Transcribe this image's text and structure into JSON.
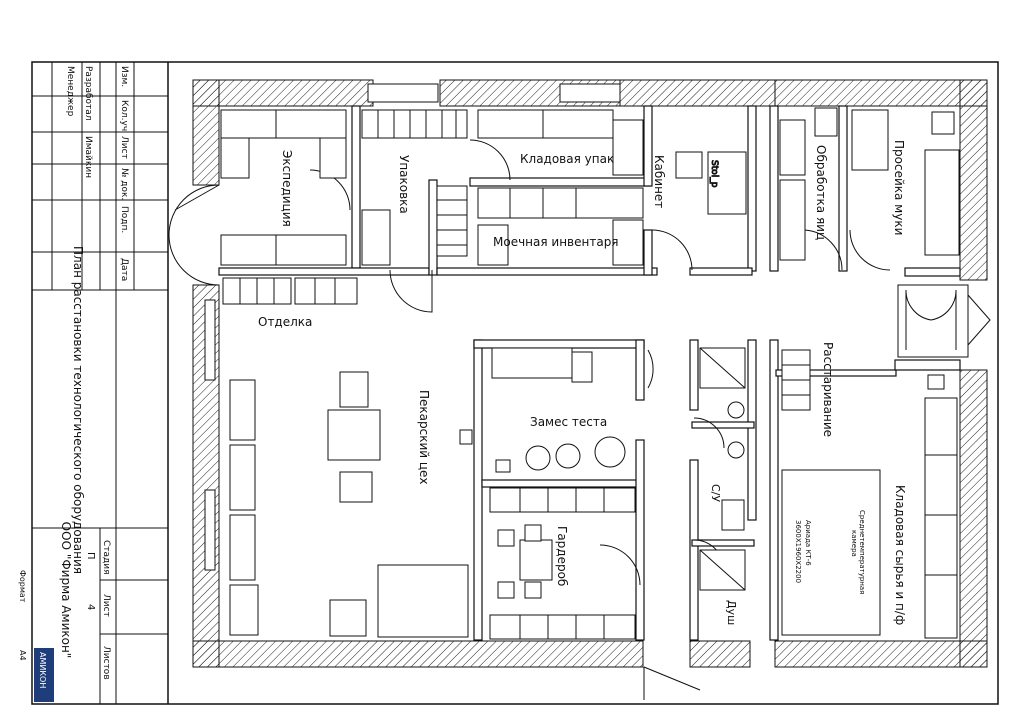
{
  "stamp": {
    "row_headers": [
      "Изм.",
      "Кол.уч",
      "Лист",
      "№ док.",
      "Подп.",
      "Дата"
    ],
    "role_developed": "Разработал",
    "role_developed_name": "Имайкин",
    "role_manager": "Менеджер",
    "title": "План расстановки технологического оборудования",
    "col_stage": "Стадия",
    "col_sheet": "Лист",
    "col_sheets": "Листов",
    "stage_value": "П",
    "sheet_value": "4",
    "company": "ООО \"Фирма Амикон\"",
    "logo_text": "АМИКОН",
    "format_label": "Формат",
    "format_value": "А4"
  },
  "rooms": {
    "expedition": "Экспедиция",
    "packing": "Упаковка",
    "pack_store": "Кладовая упак",
    "office": "Кабинет",
    "egg_processing": "Обработка яиц",
    "flour_sifting": "Просейка муки",
    "washing": "Моечная инвентаря",
    "finishing": "Отделка",
    "bakery": "Пекарский цех",
    "dough_mixing": "Замес теста",
    "proofing": "Расстаривание",
    "wardrobe": "Гардероб",
    "wc": "С/У",
    "shower": "Душ",
    "raw_store": "Кладовая сырья и п/ф"
  },
  "equipment": {
    "office_desk": "Stol_р",
    "chamber_line1": "Среднетемпературная",
    "chamber_line2": "камера",
    "chamber_size": "Ариада КТ-6",
    "chamber_dims": "3600Х1960Х2200"
  },
  "colors": {
    "line": "#111111",
    "hatch": "#222222",
    "paper": "#ffffff"
  }
}
